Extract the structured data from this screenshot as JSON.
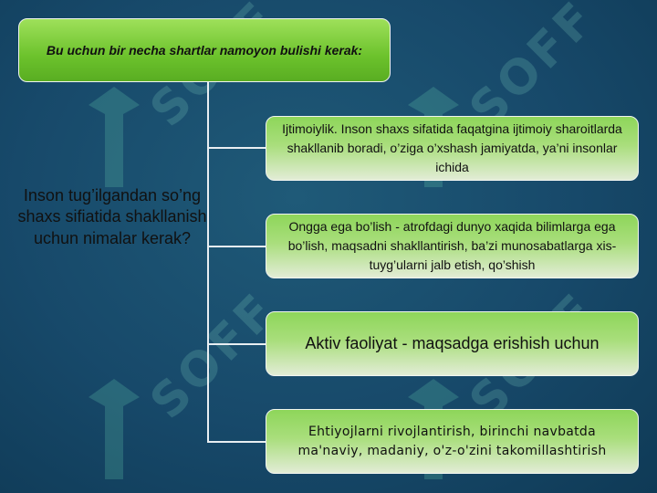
{
  "title": "Bu uchun bir necha shartlar namoyon bulishi kerak:",
  "question": "Inson tug’ilgandan so’ng shaxs sifiatida shakllanish uchun nimalar kerak?",
  "items": [
    {
      "text": "Ijtimoiylik. Inson shaxs sifatida faqatgina ijtimoiy sharoitlarda shakllanib boradi, o’ziga o’xshash jamiyatda, ya’ni insonlar ichida"
    },
    {
      "text": "Ongga ega bo’lish - atrofdagi dunyo xaqida bilimlarga ega bo’lish, maqsadni shakllantirish, ba’zi munosabatlarga xis-tuyg’ularni jalb etish, qo’shish"
    },
    {
      "text": "Aktiv faoliyat - maqsadga erishish uchun"
    },
    {
      "text": "Ehtiyojlarni rivojlantirish, birinchi navbatda ma'naviy, madaniy, o'z-o'zini takomillashtirish"
    }
  ],
  "watermark": {
    "text": "SOFF"
  },
  "colors": {
    "background": "#17496a",
    "title_green": "#6cc22c",
    "box_green_top": "#8ed65a",
    "box_green_bottom": "#e2ecd6",
    "connector": "#e8eef2",
    "watermark": "#7fd0c0"
  }
}
